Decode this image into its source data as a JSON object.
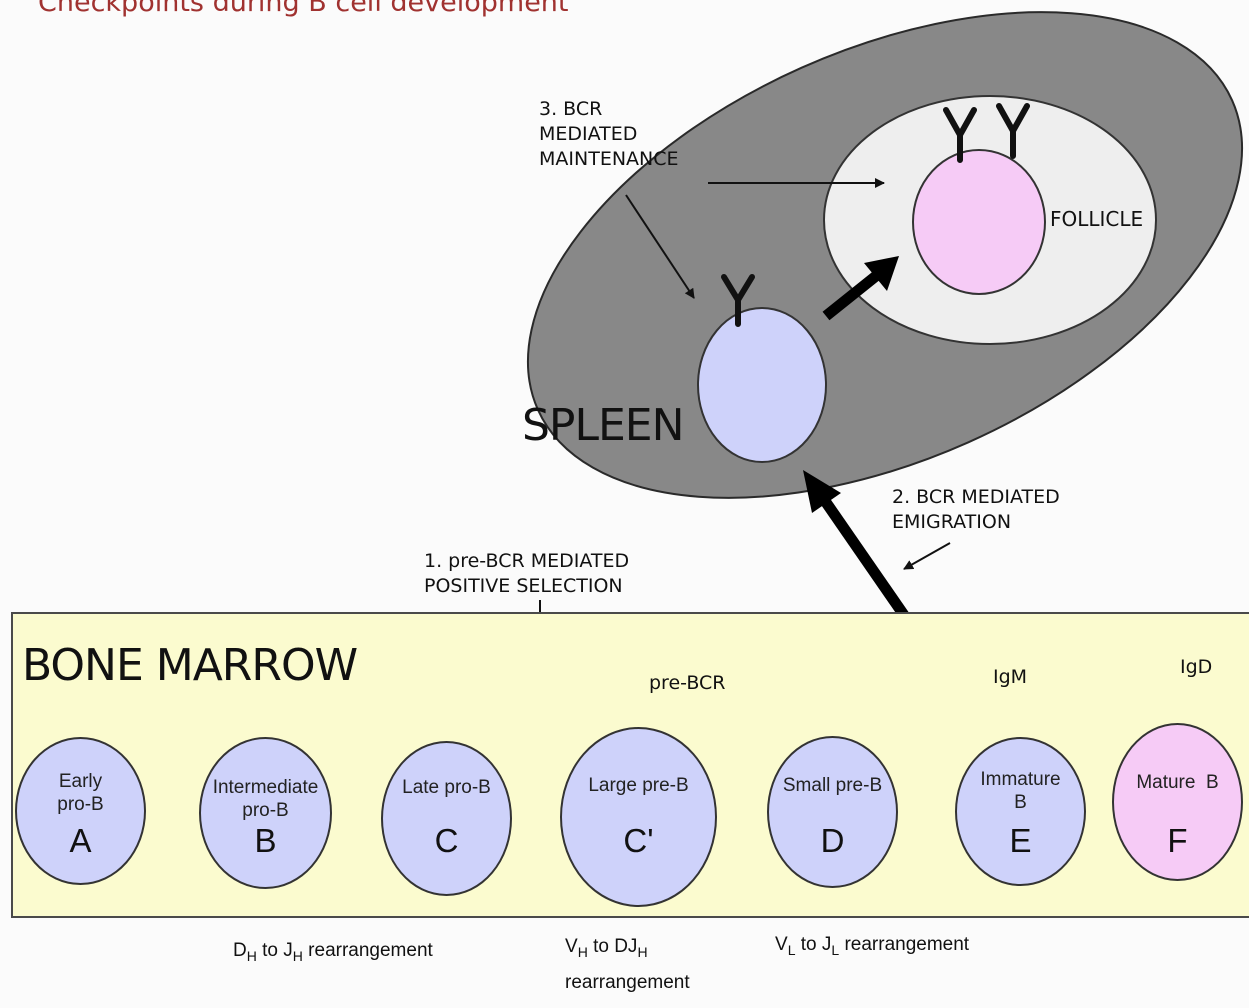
{
  "title": "Checkpoints during B cell development",
  "labels": {
    "bone_marrow": "BONE MARROW",
    "spleen": "SPLEEN",
    "follicle": "FOLLICLE",
    "pre_bcr": "pre-BCR",
    "igm": "IgM",
    "igd": "IgD"
  },
  "checkpoints": {
    "one": "1. pre-BCR MEDIATED\nPOSITIVE SELECTION",
    "two": "2. BCR MEDIATED\nEMIGRATION",
    "three": "3. BCR\nMEDIATED\nMAINTENANCE"
  },
  "stages": [
    {
      "name": "Early\npro-B",
      "letter": "A"
    },
    {
      "name": "Intermediate\npro-B",
      "letter": "B"
    },
    {
      "name": "Late pro-B",
      "letter": "C"
    },
    {
      "name": "Large pre-B",
      "letter": "C'"
    },
    {
      "name": "Small pre-B",
      "letter": "D"
    },
    {
      "name": "Immature\nB",
      "letter": "E"
    },
    {
      "name": "Mature  B",
      "letter": "F"
    }
  ],
  "rearrangements": {
    "dh_jh": {
      "a": "D",
      "a_sub": "H",
      "b": " to J",
      "b_sub": "H",
      "c": " rearrangement"
    },
    "vh_djh": {
      "a": "V",
      "a_sub": "H",
      "b": " to DJ",
      "b_sub": "H",
      "c": "rearrangement"
    },
    "vl_jl": {
      "a": "V",
      "a_sub": "L",
      "b": " to J",
      "b_sub": "L",
      "c": " rearrangement"
    }
  },
  "colors": {
    "title": "#a03230",
    "immature_cell": "#ced2fa",
    "mature_cell": "#f6cbf6",
    "marrow_bg": "#fbfbcf",
    "spleen": "#888888",
    "follicle_zone": "#eeeeee"
  }
}
